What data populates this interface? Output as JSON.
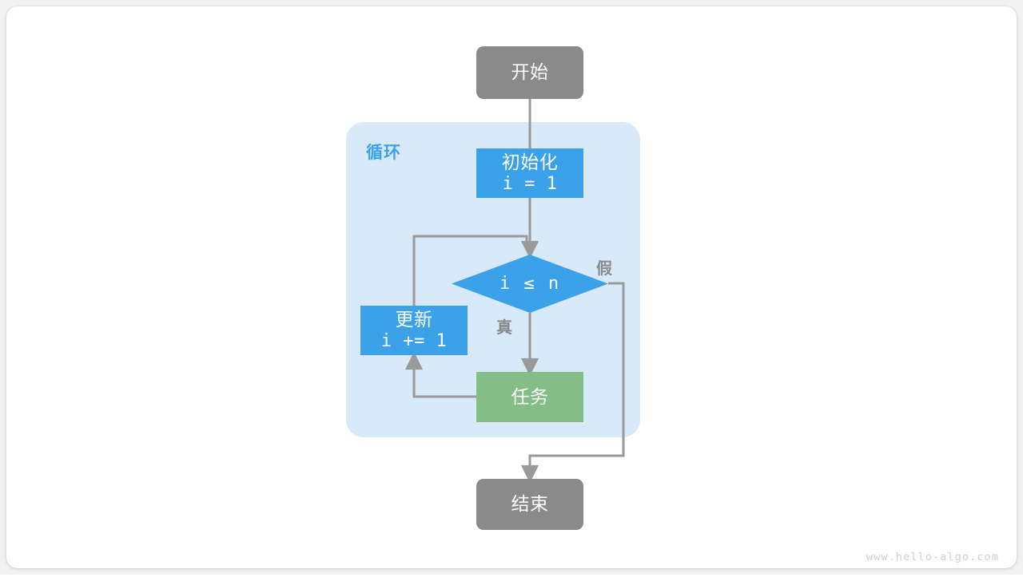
{
  "diagram": {
    "title_watermark": "www.hello-algo.com",
    "colors": {
      "terminal": "#8a8a8a",
      "process_blue": "#3ba2ea",
      "process_green": "#85bd87",
      "group_background": "#d8eafa",
      "group_label": "#3ba2ea",
      "connector": "#9a9a9a",
      "canvas": "#ffffff",
      "watermark": "#cfcfcf"
    },
    "group": {
      "label": "循环"
    },
    "nodes": {
      "start": {
        "label": "开始",
        "shape": "terminal"
      },
      "init": {
        "label": "初始化",
        "code": "i = 1",
        "shape": "process"
      },
      "decision": {
        "label": "i ≤ n",
        "shape": "diamond"
      },
      "update": {
        "label": "更新",
        "code": "i += 1",
        "shape": "process"
      },
      "task": {
        "label": "任务",
        "shape": "process"
      },
      "end": {
        "label": "结束",
        "shape": "terminal"
      }
    },
    "branches": {
      "true_label": "真",
      "false_label": "假"
    }
  }
}
